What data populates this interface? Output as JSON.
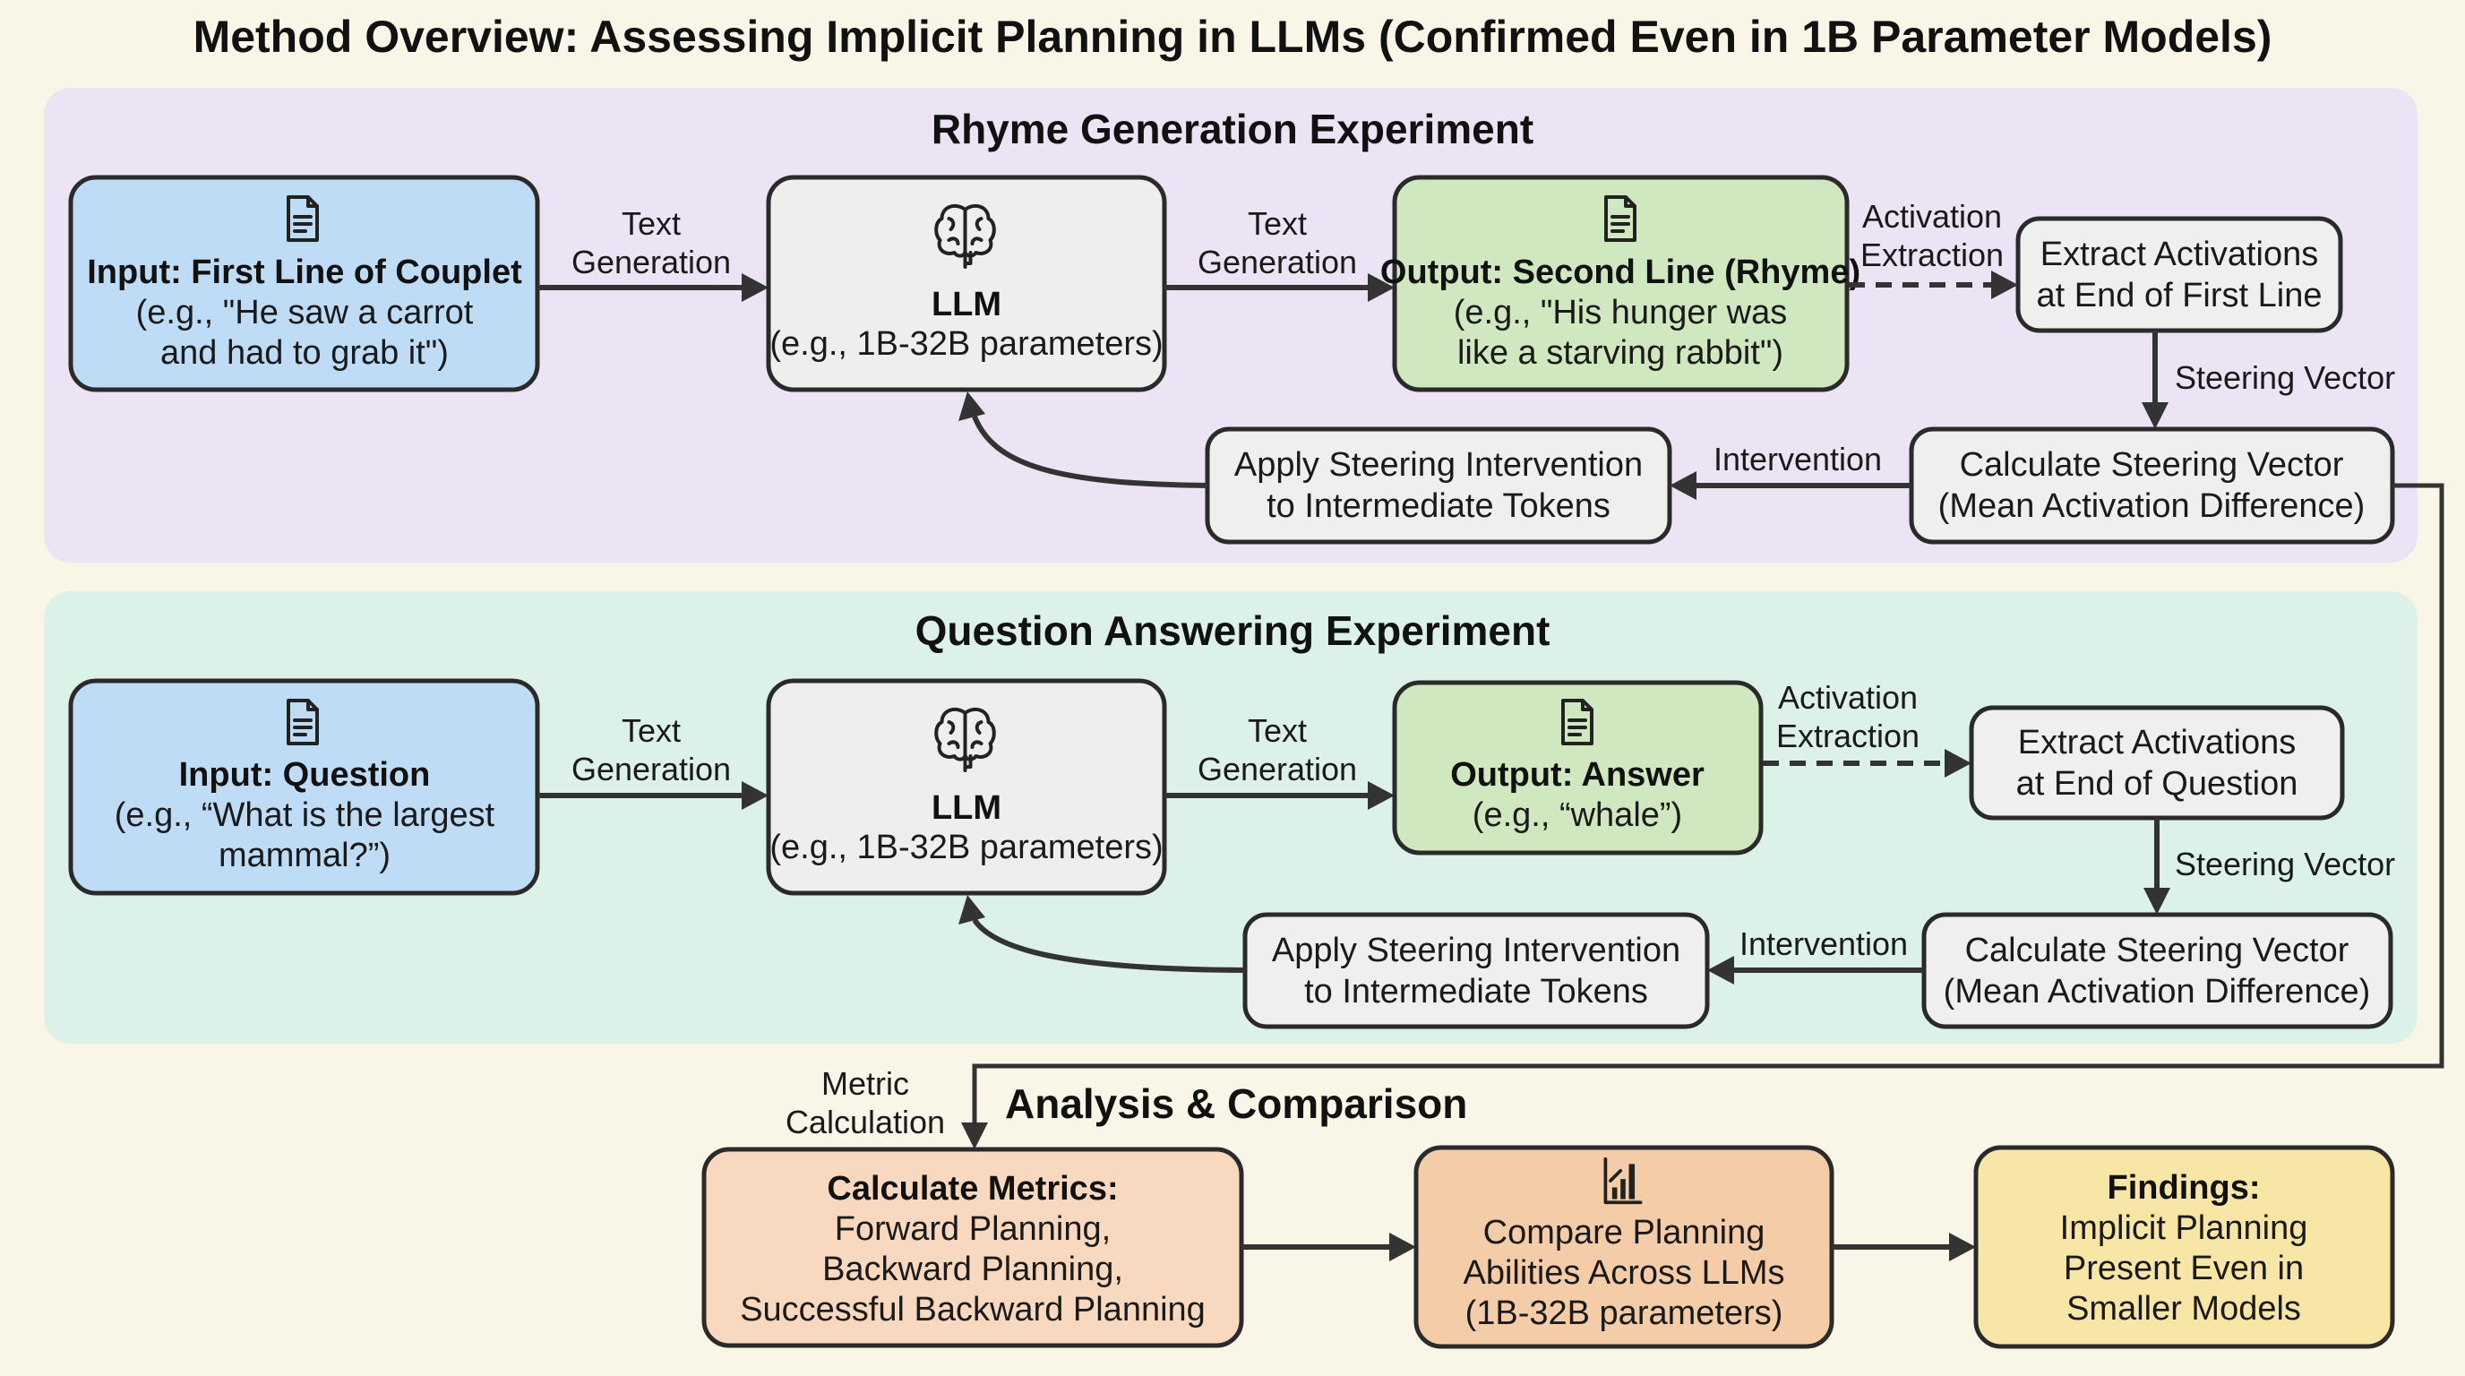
{
  "title": "Method Overview: Assessing Implicit Planning in LLMs (Confirmed Even in 1B Parameter Models)",
  "colors": {
    "background": "#f9f6e8",
    "rhyme_panel": "#ece3f4",
    "qa_panel": "#dcf2e8",
    "input_box": "#bfdcf7",
    "llm_box": "#eeeeec",
    "output_box": "#cfe8bf",
    "process_box": "#efefed",
    "metrics_box": "#f8d9c0",
    "compare_box": "#f4cca8",
    "findings_box": "#f7e6a6"
  },
  "rhyme": {
    "heading": "Rhyme Generation Experiment",
    "input": {
      "icon": "document-icon",
      "title": "Input: First Line of Couplet",
      "lines": [
        "(e.g., \"He saw a carrot",
        "and had to grab it\")"
      ]
    },
    "edge1": [
      "Text",
      "Generation"
    ],
    "llm": {
      "icon": "brain-icon",
      "title": "LLM",
      "lines": [
        "(e.g., 1B-32B parameters)"
      ]
    },
    "edge2": [
      "Text",
      "Generation"
    ],
    "output": {
      "icon": "document-icon",
      "title": "Output: Second Line (Rhyme)",
      "lines": [
        "(e.g., \"His hunger was",
        "like a starving rabbit\")"
      ]
    },
    "edge3": [
      "Activation",
      "Extraction"
    ],
    "extract": {
      "lines": [
        "Extract Activations",
        "at End of First Line"
      ]
    },
    "edge4": "Steering Vector",
    "calc": {
      "lines": [
        "Calculate Steering Vector",
        "(Mean Activation Difference)"
      ]
    },
    "edge5": "Intervention",
    "apply": {
      "lines": [
        "Apply Steering Intervention",
        "to Intermediate Tokens"
      ]
    }
  },
  "qa": {
    "heading": "Question Answering Experiment",
    "input": {
      "icon": "document-icon",
      "title": "Input: Question",
      "lines": [
        "(e.g., “What is the largest",
        "mammal?”)"
      ]
    },
    "edge1": [
      "Text",
      "Generation"
    ],
    "llm": {
      "icon": "brain-icon",
      "title": "LLM",
      "lines": [
        "(e.g., 1B-32B parameters)"
      ]
    },
    "edge2": [
      "Text",
      "Generation"
    ],
    "output": {
      "icon": "document-icon",
      "title": "Output: Answer",
      "lines": [
        "(e.g., “whale”)"
      ]
    },
    "edge3": [
      "Activation",
      "Extraction"
    ],
    "extract": {
      "lines": [
        "Extract Activations",
        "at End of Question"
      ]
    },
    "edge4": "Steering Vector",
    "calc": {
      "lines": [
        "Calculate Steering Vector",
        "(Mean Activation Difference)"
      ]
    },
    "edge5": "Intervention",
    "apply": {
      "lines": [
        "Apply Steering Intervention",
        "to Intermediate Tokens"
      ]
    }
  },
  "analysis": {
    "heading": "Analysis & Comparison",
    "edge_in": [
      "Metric",
      "Calculation"
    ],
    "metrics": {
      "title": "Calculate Metrics:",
      "lines": [
        "Forward Planning,",
        "Backward Planning,",
        "Successful Backward Planning"
      ]
    },
    "compare": {
      "icon": "bar-chart-icon",
      "lines": [
        "Compare Planning",
        "Abilities Across LLMs",
        "(1B-32B parameters)"
      ]
    },
    "findings": {
      "title": "Findings:",
      "lines": [
        "Implicit Planning",
        "Present Even in",
        "Smaller Models"
      ]
    }
  }
}
